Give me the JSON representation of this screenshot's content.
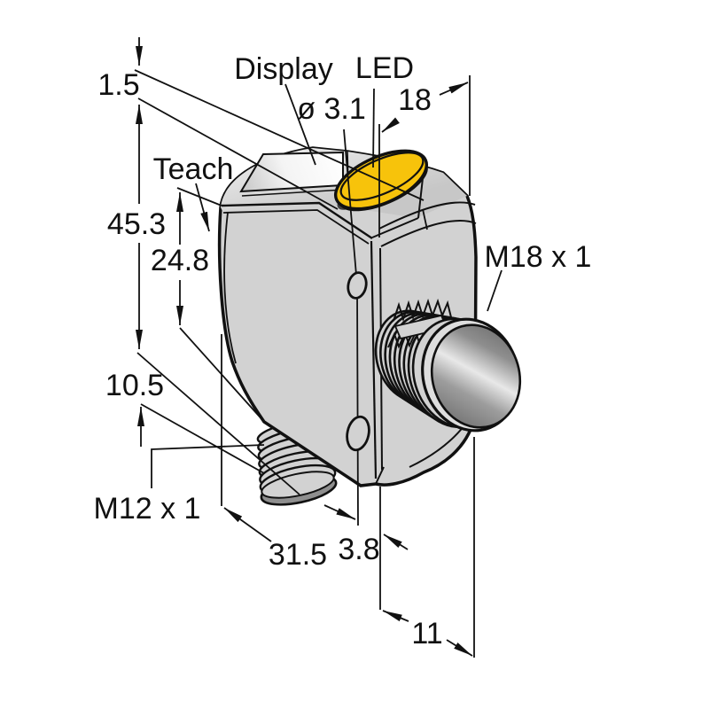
{
  "figure": {
    "type": "technical-dimension-drawing",
    "subject": "photoelectric sensor, isometric view with M18 threaded barrel and M12 quick-disconnect",
    "background": "#ffffff",
    "colors": {
      "body_gray": "#d2d2d2",
      "lens_yellow": "#f7c30b",
      "outline": "#111111",
      "metal_dark": "#6e6e6e",
      "metal_light": "#e8e8e8",
      "tip_ring_gray": "#8f8f8f",
      "display_white": "#ffffff"
    },
    "labels": {
      "display": "Display",
      "led": "LED",
      "teach": "Teach",
      "hole_diameter": "ø 3.1",
      "thread_main": "M18 x 1",
      "connector_thread": "M12 x 1"
    },
    "dimensions": {
      "lens_protrusion": "1.5",
      "top_width": "18",
      "overall_height": "45.3",
      "body_height": "24.8",
      "connector_length": "10.5",
      "body_depth": "31.5",
      "hole_edge_offset": "3.8",
      "barrel_protrusion": "11"
    }
  }
}
